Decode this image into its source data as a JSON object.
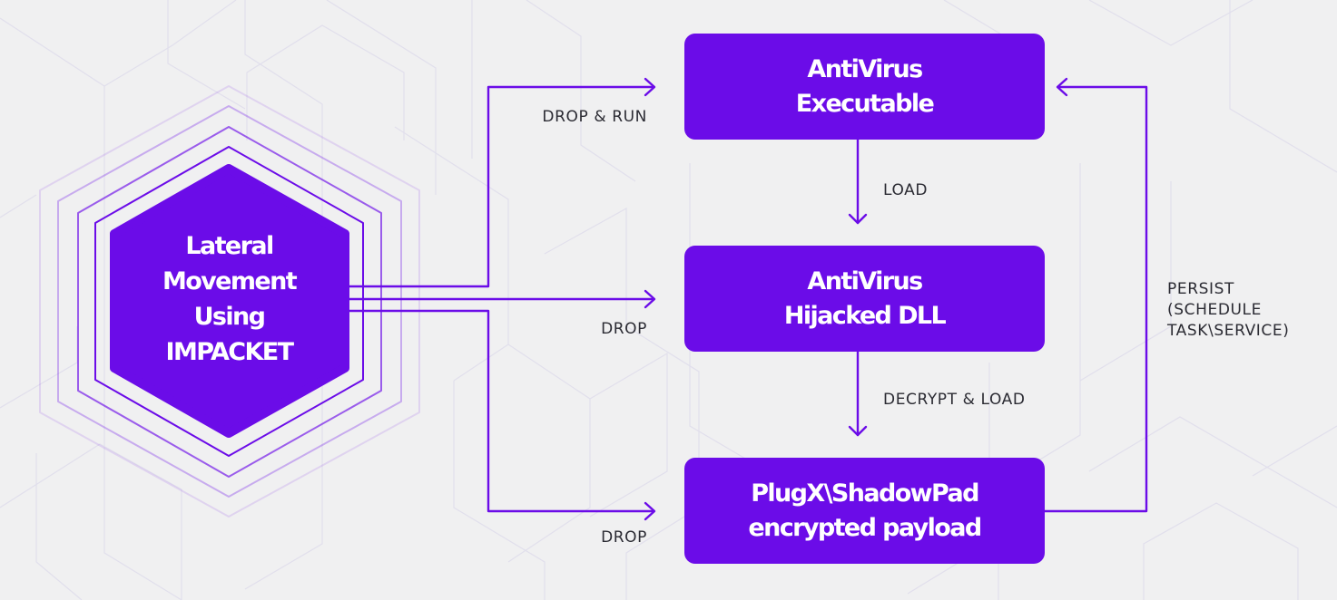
{
  "colors": {
    "background": "#f0f0f1",
    "accent": "#6b0ce8",
    "box_text": "#ffffff",
    "label_text": "#2b2b33",
    "background_pattern": "#e1dfec"
  },
  "source_node": {
    "shape": "hexagon",
    "lines": [
      "Lateral",
      "Movement",
      "Using",
      "IMPACKET"
    ]
  },
  "nodes": [
    {
      "id": "av-exe",
      "lines": [
        "AntiVirus",
        "Executable"
      ]
    },
    {
      "id": "av-dll",
      "lines": [
        "AntiVirus",
        "Hijacked DLL"
      ]
    },
    {
      "id": "payload",
      "lines": [
        "PlugX\\ShadowPad",
        "encrypted payload"
      ]
    }
  ],
  "edges": [
    {
      "from": "source",
      "to": "av-exe",
      "label": "DROP & RUN"
    },
    {
      "from": "source",
      "to": "av-dll",
      "label": "DROP"
    },
    {
      "from": "source",
      "to": "payload",
      "label": "DROP"
    },
    {
      "from": "av-exe",
      "to": "av-dll",
      "label": "LOAD"
    },
    {
      "from": "av-dll",
      "to": "payload",
      "label": "DECRYPT & LOAD"
    },
    {
      "from": "payload",
      "to": "av-exe",
      "label_lines": [
        "PERSIST",
        "(SCHEDULE",
        "TASK\\SERVICE)"
      ]
    }
  ]
}
